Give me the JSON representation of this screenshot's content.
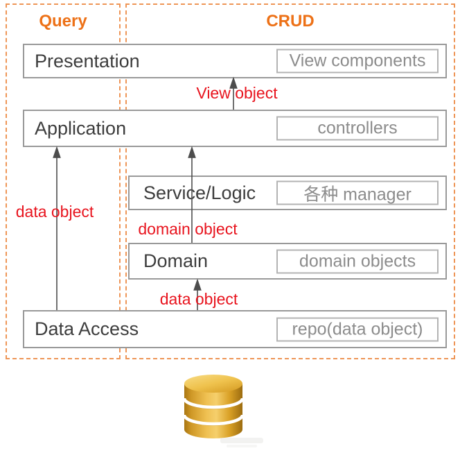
{
  "diagram": {
    "regions": {
      "query": {
        "title": "Query"
      },
      "crud": {
        "title": "CRUD"
      }
    },
    "layers": [
      {
        "name": "Presentation",
        "component": "View components"
      },
      {
        "name": "Application",
        "component": "controllers"
      },
      {
        "name": "Service/Logic",
        "component": "各种 manager"
      },
      {
        "name": "Domain",
        "component": "domain objects"
      },
      {
        "name": "Data Access",
        "component": "repo(data object)"
      }
    ],
    "flow_labels": {
      "view_object": "View object",
      "data_object_query": "data object",
      "domain_object": "domain object",
      "data_object_crud": "data object"
    },
    "colors": {
      "accent_orange": "#ed7117",
      "dash_orange": "#ee9556",
      "label_red": "#e8141e",
      "layer_border": "#999999",
      "inner_border": "#b3b3b3",
      "inner_text": "#8c8c8c",
      "layer_text": "#3d3d3d",
      "arrow": "#4d4d4d",
      "db_gold": "#e5ad35"
    },
    "icons": {
      "database": "database-cylinder-icon"
    }
  }
}
